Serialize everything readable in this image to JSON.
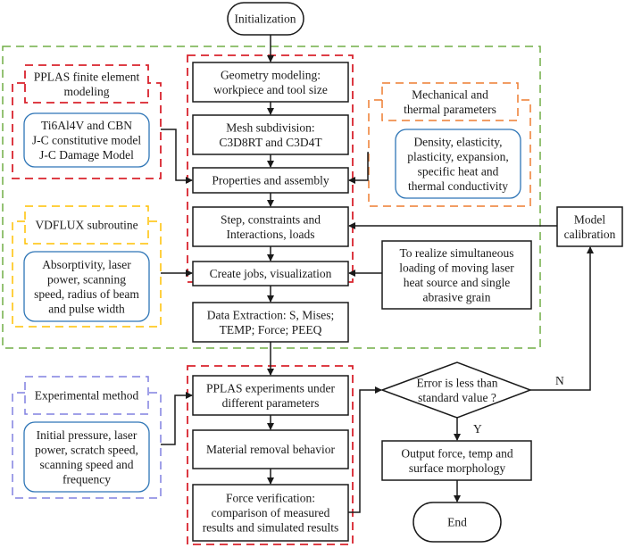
{
  "colors": {
    "green_group": "#70ad47",
    "red_group": "#d9232d",
    "orange_group": "#ed7d31",
    "yellow_group": "#ffc000",
    "purple_group": "#8080e0",
    "blue_rounded": "#2e75b6",
    "stroke": "#1a1a1a"
  },
  "nodes": {
    "initialization": [
      "Initialization"
    ],
    "geometry": [
      "Geometry modeling:",
      "workpiece and tool size"
    ],
    "mesh": [
      "Mesh subdivision:",
      "C3D8RT and C3D4T"
    ],
    "properties": [
      "Properties and assembly"
    ],
    "step": [
      "Step, constraints and",
      "Interactions, loads"
    ],
    "create_jobs": [
      "Create  jobs, visualization"
    ],
    "data_extraction": [
      "Data Extraction: S, Mises;",
      "TEMP; Force; PEEQ"
    ],
    "pplas_experiments": [
      "PPLAS experiments under",
      "different parameters"
    ],
    "material_removal": [
      "Material removal behavior"
    ],
    "force_verification": [
      "Force verification:",
      "comparison of measured",
      "results and simulated results"
    ],
    "decision": [
      "Error is less than",
      "standard value ?"
    ],
    "output": [
      "Output force, temp and",
      "surface morphology"
    ],
    "end": [
      "End"
    ],
    "model_calibration": [
      "Model",
      "calibration"
    ],
    "simultaneous": [
      "To realize simultaneous",
      "loading of moving laser",
      "heat source and single",
      "abrasive grain"
    ]
  },
  "groups": {
    "fem_title": [
      "PPLAS finite element",
      "modeling"
    ],
    "fem_body": [
      "Ti6Al4V and CBN",
      "J-C constitutive model",
      "J-C Damage Model"
    ],
    "mech_title": [
      "Mechanical and",
      "thermal parameters"
    ],
    "mech_body": [
      "Density, elasticity,",
      "plasticity, expansion,",
      "specific heat and",
      "thermal conductivity"
    ],
    "vdflux_title": [
      "VDFLUX subroutine"
    ],
    "vdflux_body": [
      "Absorptivity, laser",
      "power, scanning",
      "speed, radius of beam",
      "and pulse width"
    ],
    "exp_title": [
      "Experimental method"
    ],
    "exp_body": [
      "Initial pressure, laser",
      "power, scratch speed,",
      "scanning speed and",
      "frequency"
    ]
  },
  "edge_labels": {
    "no": "N",
    "yes": "Y"
  }
}
